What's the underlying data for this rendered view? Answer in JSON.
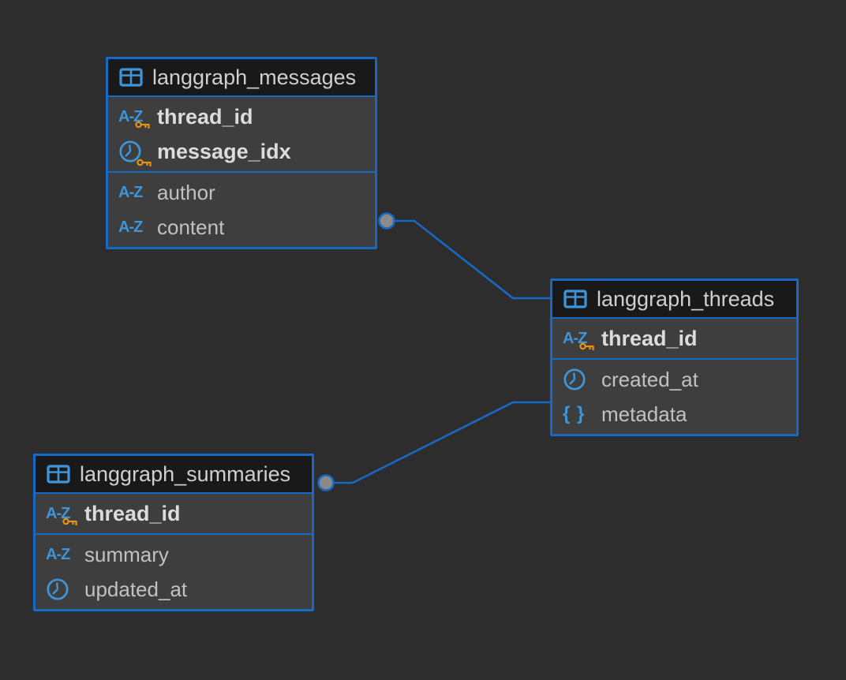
{
  "diagram": {
    "kind": "entity-relationship-diagram",
    "background": "#2d2d2d"
  },
  "colors": {
    "canvas_bg": "#2d2d2d",
    "table_border": "#1669c4",
    "header_bg": "#191919",
    "body_bg": "#3e3e3e",
    "icon_blue": "#3e95d9",
    "key_orange": "#e8920e",
    "title_text": "#cfcfcf",
    "pk_text": "#dcdcdc",
    "column_text": "#c1c1c1",
    "dot_fill": "#8a8a8a"
  },
  "icons": {
    "text_type": "A-Z",
    "json_type": "{ }",
    "datetime_type": "clock",
    "table": "table-grid",
    "primary_key": "key"
  },
  "tables": [
    {
      "name": "langgraph_messages",
      "key_columns": [
        {
          "name": "thread_id",
          "type": "text",
          "primary_key": true
        },
        {
          "name": "message_idx",
          "type": "datetime",
          "primary_key": true
        }
      ],
      "columns": [
        {
          "name": "author",
          "type": "text",
          "primary_key": false
        },
        {
          "name": "content",
          "type": "text",
          "primary_key": false
        }
      ]
    },
    {
      "name": "langgraph_threads",
      "key_columns": [
        {
          "name": "thread_id",
          "type": "text",
          "primary_key": true
        }
      ],
      "columns": [
        {
          "name": "created_at",
          "type": "datetime",
          "primary_key": false
        },
        {
          "name": "metadata",
          "type": "json",
          "primary_key": false
        }
      ]
    },
    {
      "name": "langgraph_summaries",
      "key_columns": [
        {
          "name": "thread_id",
          "type": "text",
          "primary_key": true
        }
      ],
      "columns": [
        {
          "name": "summary",
          "type": "text",
          "primary_key": false
        },
        {
          "name": "updated_at",
          "type": "datetime",
          "primary_key": false
        }
      ]
    }
  ],
  "relationships": [
    {
      "from": "langgraph_messages",
      "to": "langgraph_threads",
      "endpoint": "dot"
    },
    {
      "from": "langgraph_summaries",
      "to": "langgraph_threads",
      "endpoint": "dot"
    }
  ]
}
